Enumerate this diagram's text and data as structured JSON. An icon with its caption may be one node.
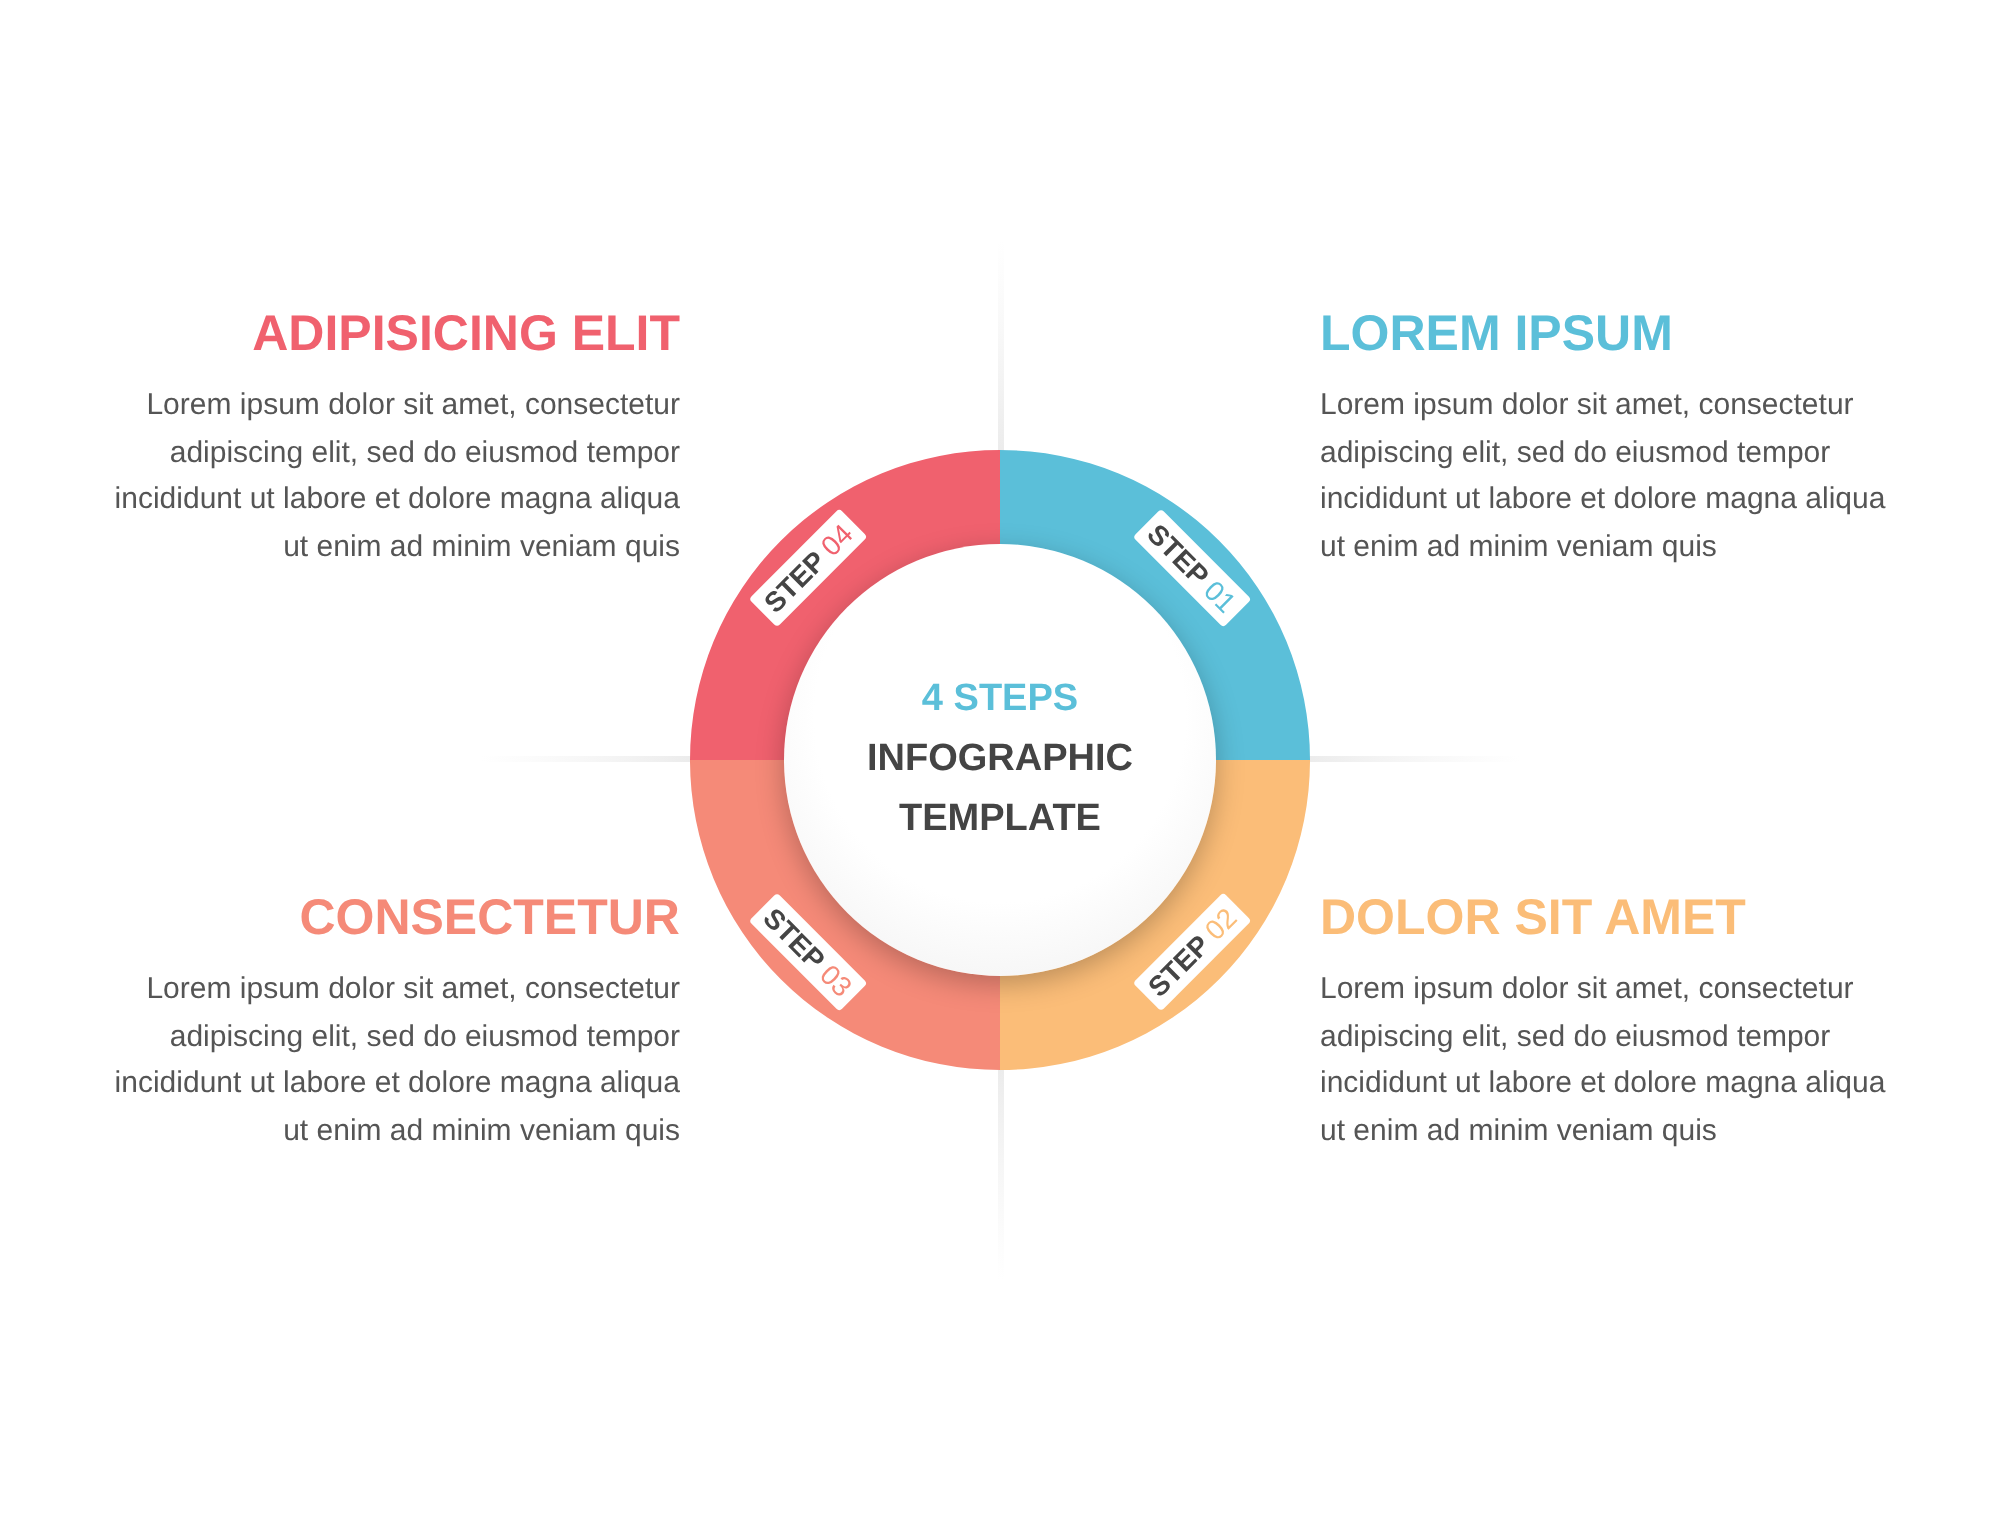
{
  "diagram": {
    "nodes": [
      {
        "text": [
          "STEP 04"
        ]
      },
      {
        "text": [
          "STEP 01"
        ]
      },
      {
        "text": [
          "4 STEPS",
          "INFOGRAPHIC TEMPLATE"
        ]
      },
      {
        "text": [
          "STEP 03"
        ]
      },
      {
        "text": [
          "STEP 02"
        ]
      }
    ],
    "edges": [],
    "labels": [
      "ADIPISICING ELIT",
      "Lorem ipsum dolor sit amet, consectetur adipiscing elit, sed do eiusmod tempor incididunt ut labore et dolore magna aliqua ut enim ad minim veniam quis",
      "LOREM IPSUM",
      "Lorem ipsum dolor sit amet, consectetur adipiscing elit, sed do eiusmod tempor incididunt ut labore et dolore magna aliqua ut enim ad minim veniam quis",
      "CONSECTETUR",
      "Lorem ipsum dolor sit amet, consectetur adipiscing elit, sed do eiusmod tempor incididunt ut labore et dolore magna aliqua ut enim ad minim veniam quis",
      "DOLOR SIT AMET",
      "Lorem ipsum dolor sit amet, consectetur adipiscing elit, sed do eiusmod tempor incididunt ut labore et dolore magna aliqua ut enim ad minim veniam quis"
    ]
  }
}
